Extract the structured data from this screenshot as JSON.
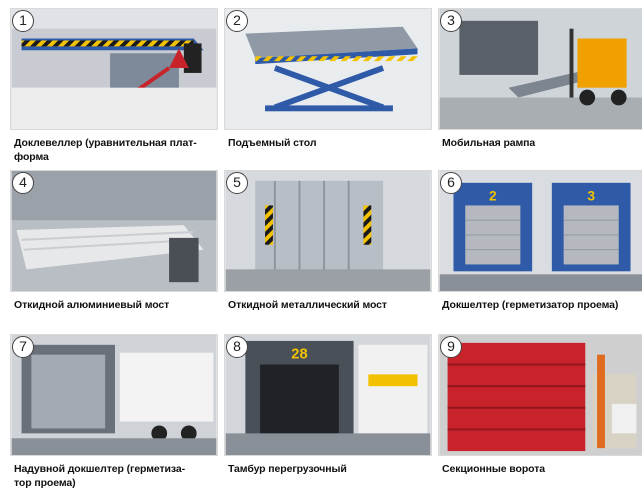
{
  "items": [
    {
      "number": "1",
      "caption": "Доклевеллер (уравнительная плат-\nформа",
      "icon": "dock-leveler-photo"
    },
    {
      "number": "2",
      "caption": "Подъемный стол",
      "icon": "lift-table-photo"
    },
    {
      "number": "3",
      "caption": "Мобильная рампа",
      "icon": "mobile-ramp-photo"
    },
    {
      "number": "4",
      "caption": "Откидной алюминиевый мост",
      "icon": "aluminium-bridge-photo"
    },
    {
      "number": "5",
      "caption": "Откидной металлический мост",
      "icon": "metal-bridge-photo"
    },
    {
      "number": "6",
      "caption": "Докшелтер (герметизатор проема)",
      "icon": "dock-shelter-photo"
    },
    {
      "number": "7",
      "caption": "Надувной докшелтер (герметиза-\nтор проема)",
      "icon": "inflatable-shelter-photo"
    },
    {
      "number": "8",
      "caption": "Тамбур перегрузочный",
      "icon": "loading-house-photo"
    },
    {
      "number": "9",
      "caption": "Секционные ворота",
      "icon": "sectional-door-photo"
    }
  ],
  "photo_labels": {
    "door_2": "2",
    "door_3": "3",
    "tambour_number": "28"
  },
  "colors": {
    "blue": "#2f5aa8",
    "yellow": "#f2c200",
    "red": "#c8232a",
    "grey": "#a9b0b8"
  }
}
